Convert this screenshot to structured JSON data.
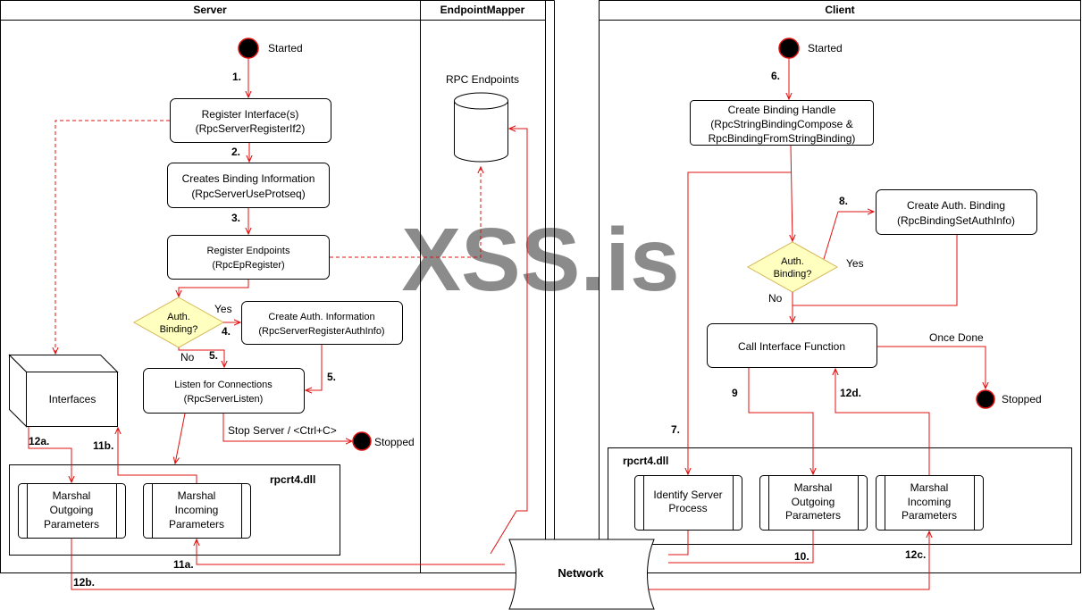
{
  "lanes": {
    "server": "Server",
    "endpoint_mapper": "EndpointMapper",
    "client": "Client"
  },
  "server": {
    "started": "Started",
    "register_interface": [
      "Register Interface(s)",
      "(RpcServerRegisterIf2)"
    ],
    "creates_binding": [
      "Creates Binding Information",
      "(RpcServerUseProtseq)"
    ],
    "register_endpoints": [
      "Register Endpoints",
      "(RpcEpRegister)"
    ],
    "auth_decision": [
      "Auth.",
      "Binding?"
    ],
    "yes": "Yes",
    "no": "No",
    "create_auth_info": [
      "Create Auth. Information",
      "(RpcServerRegisterAuthInfo)"
    ],
    "listen": [
      "Listen for Connections",
      "(RpcServerListen)"
    ],
    "stop_label": "Stop Server / <Ctrl+C>",
    "stopped": "Stopped",
    "interfaces": "Interfaces",
    "rpcrt4": "rpcrt4.dll",
    "marshal_outgoing": [
      "Marshal",
      "Outgoing",
      "Parameters"
    ],
    "marshal_incoming": [
      "Marshal",
      "Incoming",
      "Parameters"
    ]
  },
  "endpoint_mapper": {
    "rpc_endpoints": "RPC Endpoints"
  },
  "client": {
    "started": "Started",
    "create_binding_handle": [
      "Create Binding Handle",
      "(RpcStringBindingCompose &",
      "RpcBindingFromStringBinding)"
    ],
    "auth_decision": [
      "Auth.",
      "Binding?"
    ],
    "yes": "Yes",
    "no": "No",
    "create_auth_binding": [
      "Create Auth. Binding",
      "(RpcBindingSetAuthInfo)"
    ],
    "call_interface": "Call Interface Function",
    "once_done": "Once Done",
    "stopped": "Stopped",
    "rpcrt4": "rpcrt4.dll",
    "identify_server": [
      "Identify Server",
      "Process"
    ],
    "marshal_outgoing": [
      "Marshal",
      "Outgoing",
      "Parameters"
    ],
    "marshal_incoming": [
      "Marshal",
      "Incoming",
      "Parameters"
    ]
  },
  "network": "Network",
  "watermark": "XSS.is",
  "steps": {
    "s1": "1.",
    "s2": "2.",
    "s3": "3.",
    "s4": "4.",
    "s5a": "5.",
    "s5b": "5.",
    "s6": "6.",
    "s7": "7.",
    "s8": "8.",
    "s9": "9",
    "s10": "10.",
    "s11a": "11a.",
    "s11b": "11b.",
    "s12a": "12a.",
    "s12b": "12b.",
    "s12c": "12c.",
    "s12d": "12d."
  },
  "colors": {
    "arrow": "#e01010",
    "decision_fill": "#ffffc0",
    "decision_stroke": "#d6b656",
    "watermark": "#8fd18f"
  }
}
